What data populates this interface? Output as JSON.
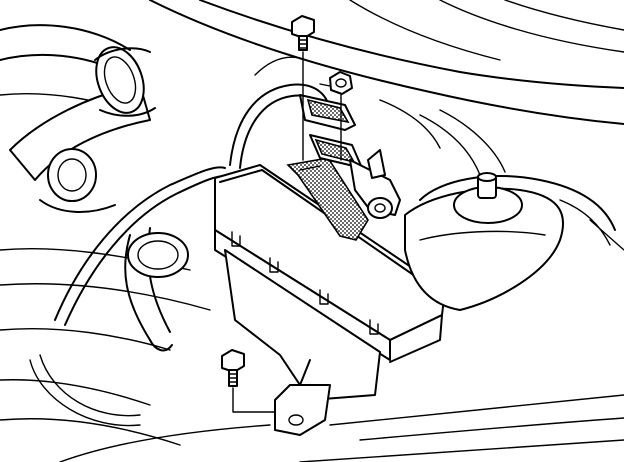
{
  "diagram": {
    "style": "monochrome line drawing",
    "colors": {
      "ink": "#000000",
      "paper": "#ffffff"
    },
    "parts": [
      {
        "id": "bolt-top",
        "icon": "bolt-icon"
      },
      {
        "id": "bolt-bottom",
        "icon": "bolt-icon"
      },
      {
        "id": "nut",
        "icon": "nut-icon"
      },
      {
        "id": "mounting-bracket",
        "icon": "bracket-icon"
      },
      {
        "id": "rubber-gasket",
        "icon": "gasket-icon"
      },
      {
        "id": "fuse-relay-box",
        "icon": "box-icon"
      },
      {
        "id": "coolant-reservoir",
        "icon": "reservoir-icon"
      },
      {
        "id": "air-intake-hose",
        "icon": "hose-icon"
      },
      {
        "id": "wiring-harness",
        "icon": "wire-icon"
      }
    ]
  }
}
